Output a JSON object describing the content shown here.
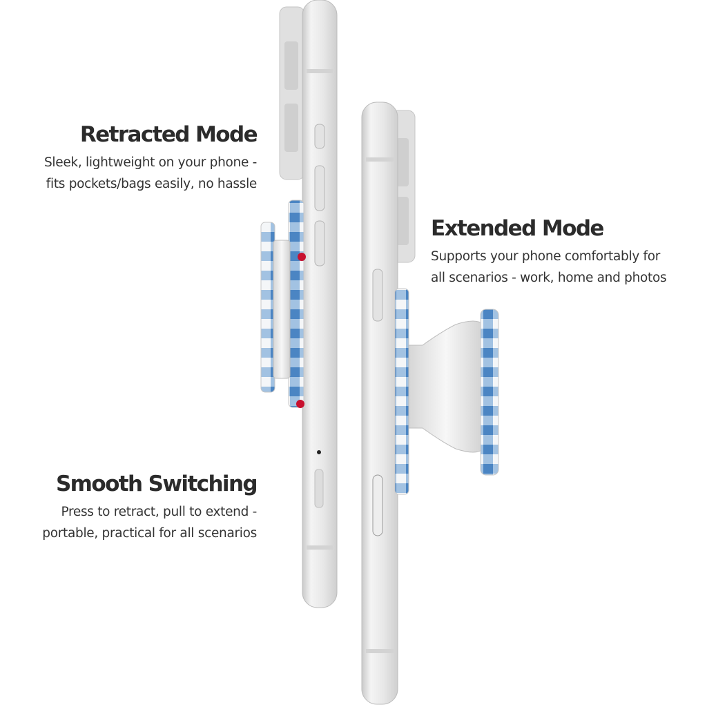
{
  "colors": {
    "heading": "#2b2b2b",
    "body_text": "#333333",
    "phone_body": "#e6e6e6",
    "plaid_blue": "#3f82c8",
    "cherry_red": "#c8102e"
  },
  "retracted": {
    "title": "Retracted Mode",
    "line1": "Sleek, lightweight on your phone -",
    "line2": "fits pockets/bags easily, no hassle"
  },
  "extended": {
    "title": "Extended Mode",
    "line1": "Supports your phone comfortably for",
    "line2": "all scenarios - work, home and photos"
  },
  "switching": {
    "title": "Smooth Switching",
    "line1": "Press to retract, pull to extend -",
    "line2": "portable, practical for all scenarios"
  },
  "icons": {
    "phone_left": "phone-side-icon",
    "phone_right": "phone-side-icon",
    "grip_retracted": "phone-grip-retracted-icon",
    "grip_extended": "phone-grip-extended-icon"
  }
}
